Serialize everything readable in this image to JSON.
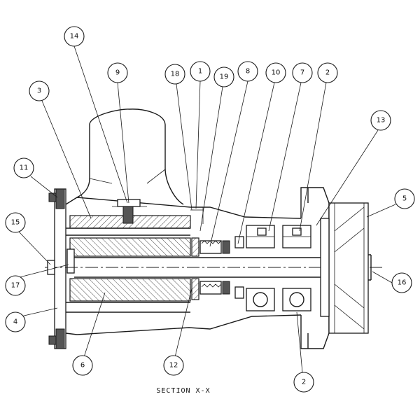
{
  "caption": "SECTION X-X",
  "callouts": [
    {
      "id": "c14",
      "label": "14"
    },
    {
      "id": "c9",
      "label": "9"
    },
    {
      "id": "c3",
      "label": "3"
    },
    {
      "id": "c18",
      "label": "18"
    },
    {
      "id": "c1",
      "label": "1"
    },
    {
      "id": "c19",
      "label": "19"
    },
    {
      "id": "c8",
      "label": "8"
    },
    {
      "id": "c10",
      "label": "10"
    },
    {
      "id": "c7",
      "label": "7"
    },
    {
      "id": "c2top",
      "label": "2"
    },
    {
      "id": "c13",
      "label": "13"
    },
    {
      "id": "c11",
      "label": "11"
    },
    {
      "id": "c5",
      "label": "5"
    },
    {
      "id": "c15",
      "label": "15"
    },
    {
      "id": "c16",
      "label": "16"
    },
    {
      "id": "c17",
      "label": "17"
    },
    {
      "id": "c4",
      "label": "4"
    },
    {
      "id": "c6",
      "label": "6"
    },
    {
      "id": "c12",
      "label": "12"
    },
    {
      "id": "c2bot",
      "label": "2"
    }
  ]
}
